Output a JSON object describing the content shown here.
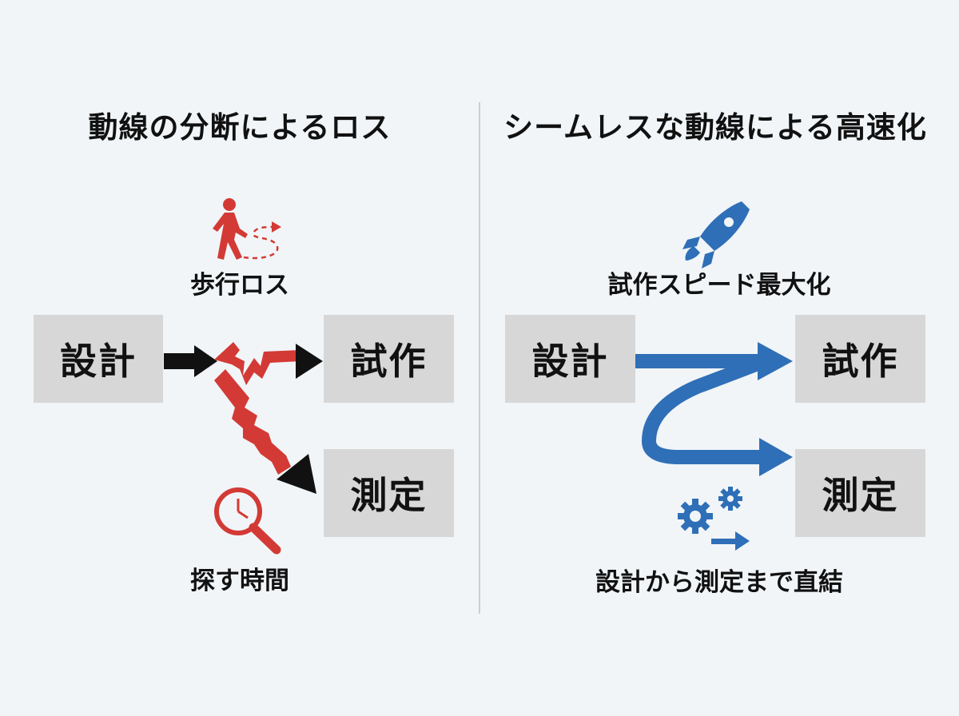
{
  "left_panel": {
    "title": "動線の分断によるロス",
    "boxes": {
      "design": "設計",
      "prototype": "試作",
      "measure": "測定"
    },
    "captions": {
      "walking_loss": "歩行ロス",
      "search_time": "探す時間"
    },
    "icons": {
      "walking": "walking-person-icon",
      "search": "clock-magnifier-icon"
    },
    "accent_color": "#d33a35"
  },
  "right_panel": {
    "title": "シームレスな動線による高速化",
    "boxes": {
      "design": "設計",
      "prototype": "試作",
      "measure": "測定"
    },
    "captions": {
      "speed": "試作スピード最大化",
      "direct": "設計から測定まで直結"
    },
    "icons": {
      "rocket": "rocket-icon",
      "gears": "gears-arrow-icon"
    },
    "accent_color": "#2f6fb7"
  },
  "box_color": "#d7d7d7"
}
